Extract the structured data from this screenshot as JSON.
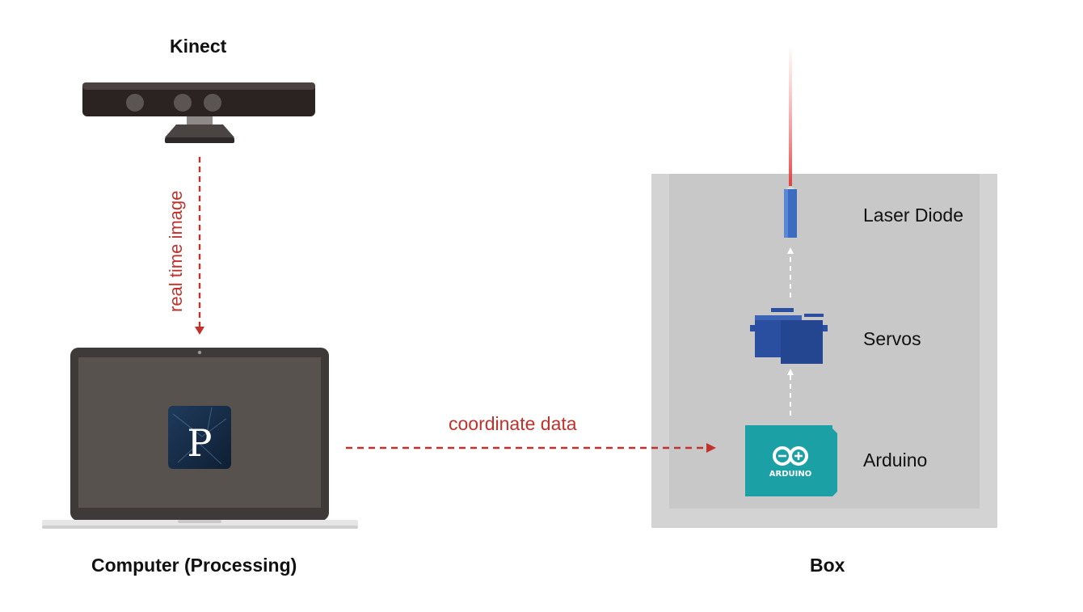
{
  "nodes": {
    "kinect": {
      "title": "Kinect",
      "icon": "kinect-sensor-icon"
    },
    "computer": {
      "title": "Computer (Processing)",
      "icon": "laptop-icon",
      "app_logo_letter": "P"
    },
    "box": {
      "title": "Box",
      "icon": "box-enclosure"
    },
    "laser": {
      "label": "Laser Diode",
      "icon": "laser-diode-icon"
    },
    "servos": {
      "label": "Servos",
      "icon": "servo-motor-icon"
    },
    "arduino": {
      "label": "Arduino",
      "icon": "arduino-board-icon",
      "board_text": "ARDUINO"
    }
  },
  "edges": {
    "kinect_to_computer": "real time image",
    "computer_to_arduino": "coordinate data"
  },
  "colors": {
    "arrow": "#c0322b",
    "box_outer": "#d3d3d3",
    "box_inner": "#c8c8c8",
    "servo_blue": "#2b4fa0",
    "laser_blue": "#3b6cc0",
    "arduino_teal": "#1aa0a5",
    "laptop_body": "#3d3a39",
    "laptop_screen": "#58524f"
  }
}
